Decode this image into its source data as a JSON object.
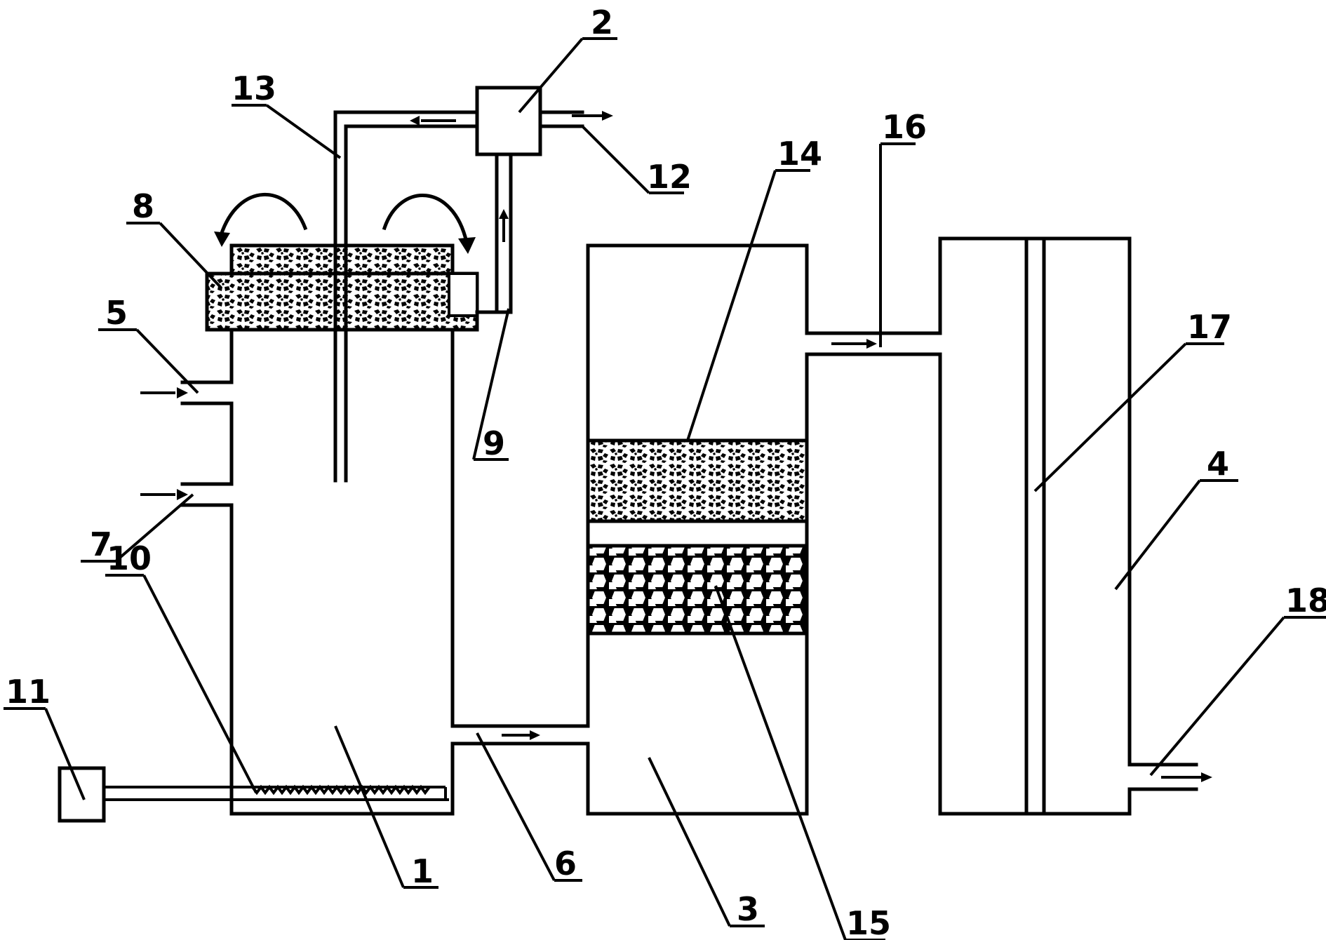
{
  "labels": {
    "n1": "1",
    "n2": "2",
    "n3": "3",
    "n4": "4",
    "n5": "5",
    "n6": "6",
    "n7": "7",
    "n8": "8",
    "n9": "9",
    "n10": "10",
    "n11": "11",
    "n12": "12",
    "n13": "13",
    "n14": "14",
    "n15": "15",
    "n16": "16",
    "n17": "17",
    "n18": "18"
  },
  "colors": {
    "line": "#000000",
    "background": "#ffffff"
  }
}
